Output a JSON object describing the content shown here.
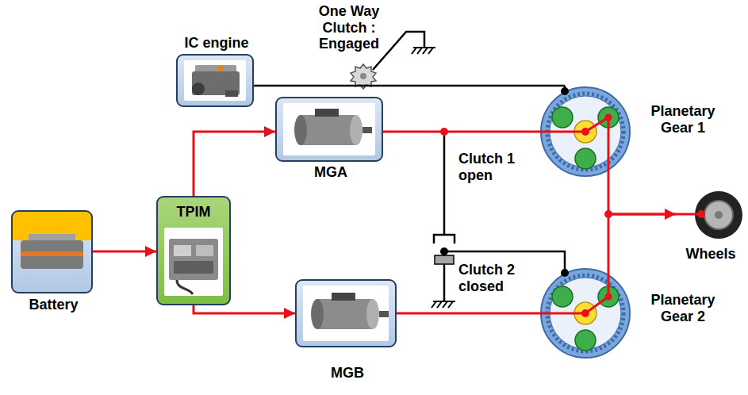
{
  "diagram": {
    "nodes": [
      {
        "text": [
          "IC engine"
        ]
      },
      {
        "text": [
          "MGA"
        ]
      },
      {
        "text": [
          "Planetary Gear 1"
        ]
      },
      {
        "text": [
          "Battery"
        ]
      },
      {
        "text": [
          "TPIM"
        ]
      },
      {
        "text": [
          "Wheels"
        ]
      },
      {
        "text": [
          "MGB"
        ]
      },
      {
        "text": [
          "Planetary Gear 2"
        ]
      }
    ],
    "edges": [
      {
        "from": 3,
        "to": 4,
        "arrow": "to"
      },
      {
        "from": 4,
        "to": 1,
        "arrow": "to"
      },
      {
        "from": 4,
        "to": 6,
        "arrow": "to"
      },
      {
        "from": 0,
        "to": 2,
        "arrow": "none"
      },
      {
        "from": 1,
        "to": 2,
        "arrow": "none"
      },
      {
        "from": 6,
        "to": 7,
        "arrow": "none"
      },
      {
        "from": 2,
        "to": 5,
        "arrow": "none"
      },
      {
        "from": 7,
        "to": 5,
        "arrow": "to"
      }
    ],
    "labels": [
      "One Way Clutch : Engaged",
      "Clutch 1 open",
      "Clutch 2 closed"
    ]
  }
}
